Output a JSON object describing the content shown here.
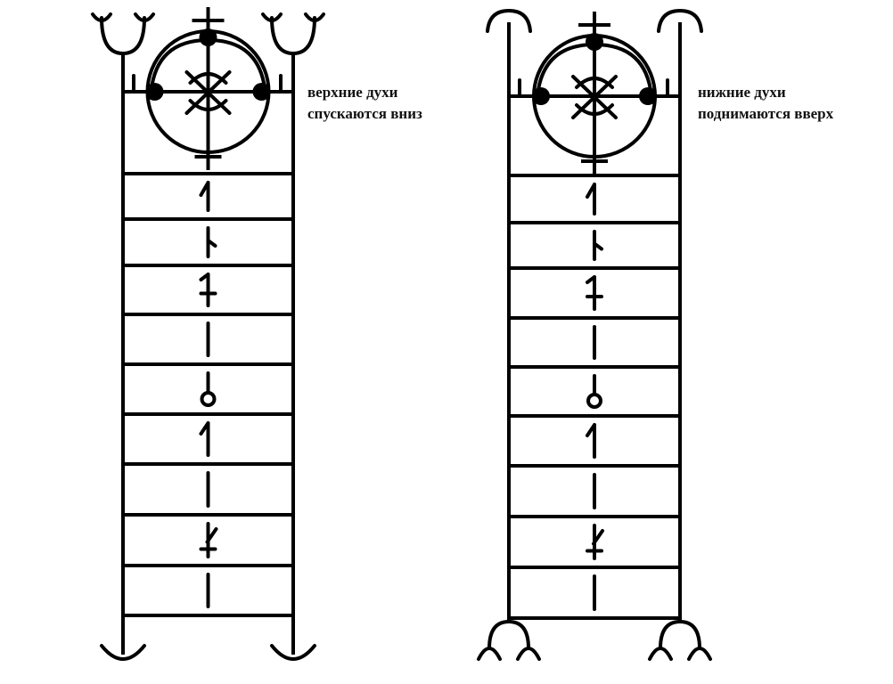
{
  "left_ladder": {
    "caption_line1": "верхние духи",
    "caption_line2": "спускаются вниз",
    "runes": [
      "rune-1",
      "rune-2",
      "rune-3",
      "rune-4",
      "rune-5",
      "rune-6",
      "rune-7",
      "rune-8",
      "rune-9"
    ]
  },
  "right_ladder": {
    "caption_line1": "нижние духи",
    "caption_line2": "поднимаются вверх",
    "runes": [
      "rune-1",
      "rune-2",
      "rune-3",
      "rune-4",
      "rune-5",
      "rune-6",
      "rune-7",
      "rune-8",
      "rune-9"
    ]
  },
  "colors": {
    "ink": "#000000",
    "background": "#ffffff"
  }
}
